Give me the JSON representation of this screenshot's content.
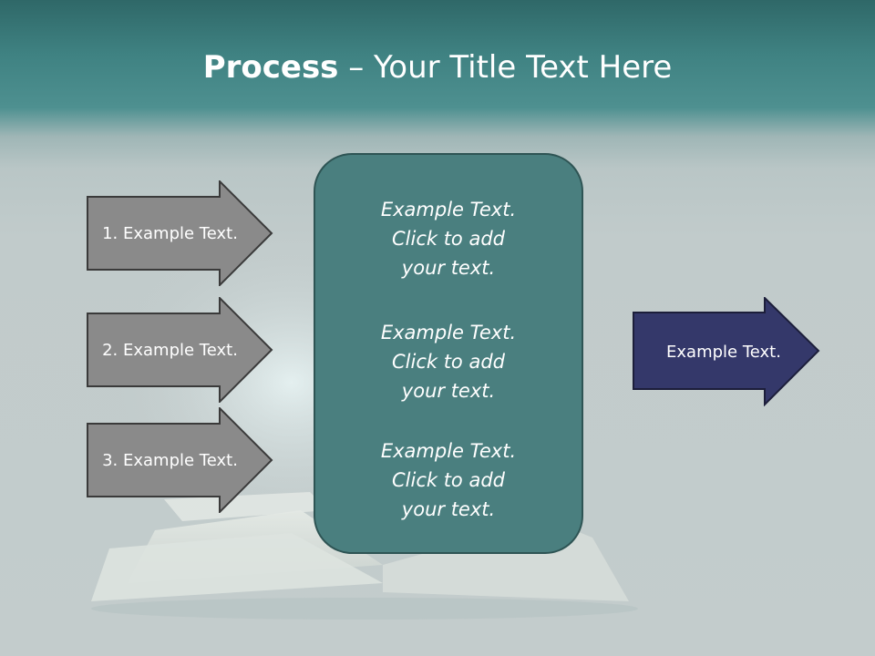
{
  "slide": {
    "title_bold": "Process",
    "title_rest": " – Your Title Text Here"
  },
  "left_arrows": [
    {
      "label": "1. Example Text."
    },
    {
      "label": "2. Example Text."
    },
    {
      "label": "3. Example Text."
    }
  ],
  "center_box": {
    "blocks": [
      {
        "line1": "Example Text.",
        "line2": "Click  to add",
        "line3": "your text."
      },
      {
        "line1": "Example Text.",
        "line2": "Click  to add",
        "line3": "your text."
      },
      {
        "line1": "Example Text.",
        "line2": "Click  to add",
        "line3": "your text."
      }
    ]
  },
  "right_arrow": {
    "label": "Example Text."
  },
  "colors": {
    "title_band": "#3f8282",
    "left_arrow_fill": "#8a8a8a",
    "center_box_fill": "#4a7f7f",
    "right_arrow_fill": "#34386a"
  }
}
